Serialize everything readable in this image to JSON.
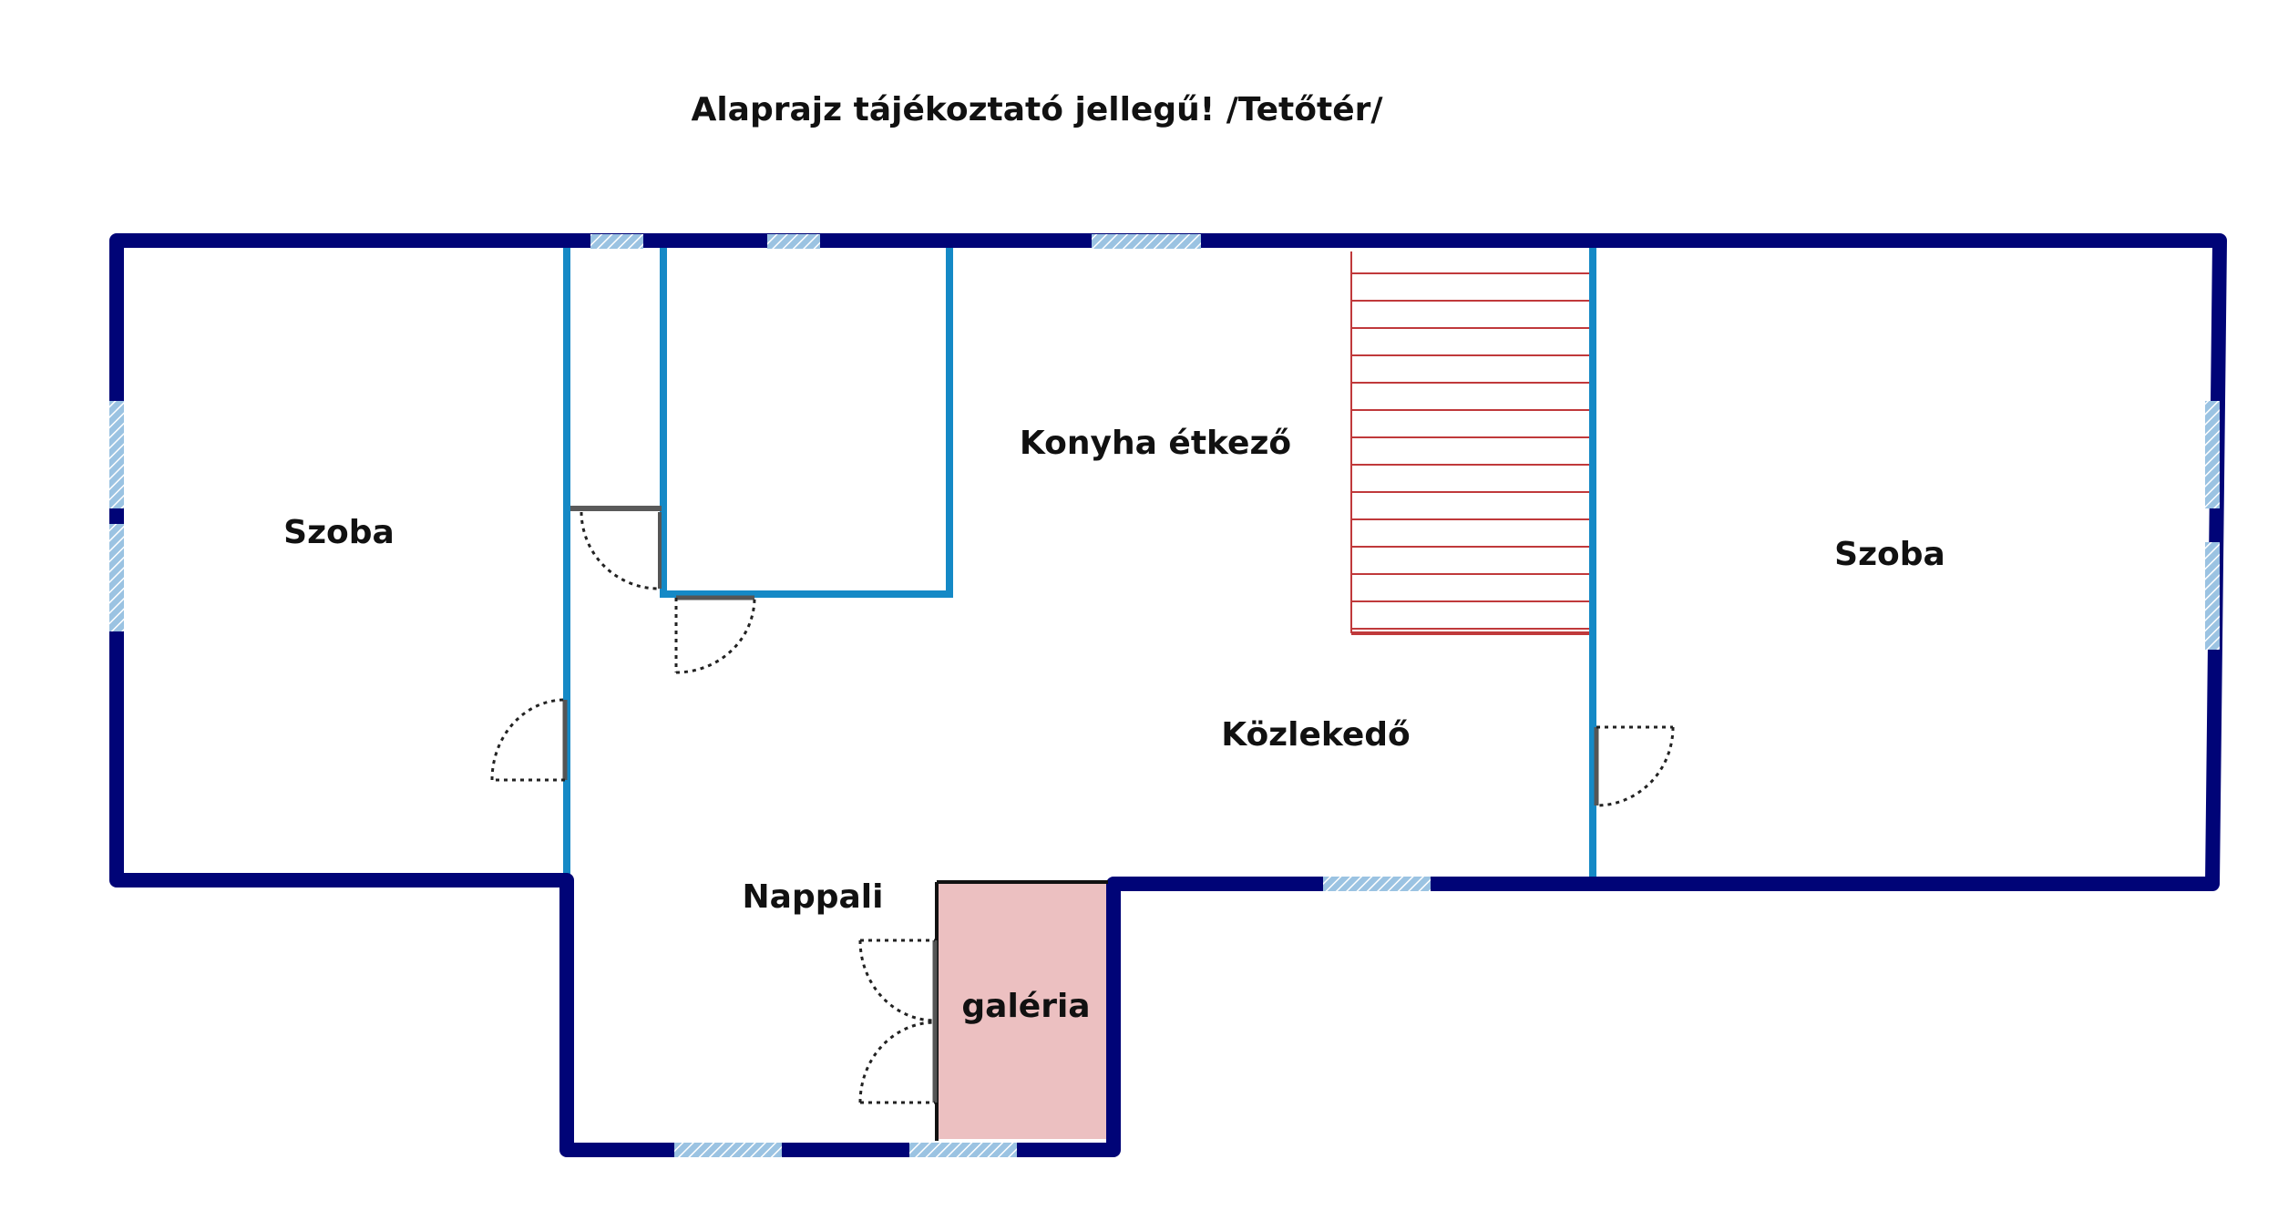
{
  "title": "Alaprajz tájékoztató jellegű! /Tetőtér/",
  "rooms": {
    "left_room": "Szoba",
    "right_room": "Szoba",
    "kitchen_dining": "Konyha étkező",
    "hallway": "Közlekedő",
    "living_room": "Nappali",
    "gallery": "galéria"
  },
  "colors": {
    "outer_wall": "#000477",
    "inner_wall": "#1589c6",
    "window": "#9bc3e2",
    "stairs": "#c0393b",
    "gallery_fill": "#ecc0c1",
    "door": "#555555"
  }
}
